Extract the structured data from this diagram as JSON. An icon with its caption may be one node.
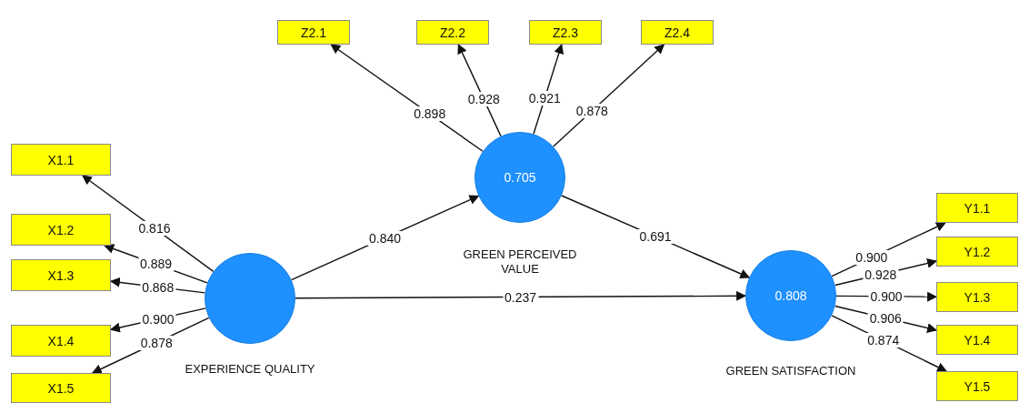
{
  "diagram": {
    "nodes": [
      {
        "text": [
          "Z2.1"
        ]
      },
      {
        "text": [
          "Z2.2"
        ]
      },
      {
        "text": [
          "Z2.3"
        ]
      },
      {
        "text": [
          "Z2.4"
        ]
      },
      {
        "text": [
          "X1.1"
        ]
      },
      {
        "text": [
          "0.705"
        ],
        "beside": [
          "GREEN PERCEIVED VALUE"
        ]
      },
      {
        "text": [
          "Y1.1"
        ]
      },
      {
        "text": [
          "X1.2"
        ]
      },
      {
        "text": [
          "Y1.2"
        ]
      },
      {
        "text": [
          "X1.3"
        ]
      },
      {
        "text": [],
        "shape": "circle",
        "beside": [
          "EXPERIENCE QUALITY"
        ]
      },
      {
        "text": [
          "0.808"
        ],
        "beside": [
          "GREEN SATISFACTION"
        ]
      },
      {
        "text": [
          "Y1.3"
        ]
      },
      {
        "text": [
          "X1.4"
        ]
      },
      {
        "text": [
          "Y1.4"
        ]
      },
      {
        "text": [
          "X1.5"
        ]
      },
      {
        "text": [
          "Y1.5"
        ]
      }
    ],
    "edges": [
      {
        "from": 5,
        "to": 0,
        "arrow": "to",
        "label": "0.898"
      },
      {
        "from": 5,
        "to": 1,
        "arrow": "to",
        "label": "0.928"
      },
      {
        "from": 5,
        "to": 2,
        "arrow": "to",
        "label": "0.921"
      },
      {
        "from": 5,
        "to": 3,
        "arrow": "to",
        "label": "0.878"
      },
      {
        "from": 10,
        "to": 4,
        "arrow": "to",
        "label": "0.816"
      },
      {
        "from": 10,
        "to": 7,
        "arrow": "to",
        "label": "0.889"
      },
      {
        "from": 10,
        "to": 9,
        "arrow": "to",
        "label": "0.868"
      },
      {
        "from": 10,
        "to": 13,
        "arrow": "to",
        "label": "0.900"
      },
      {
        "from": 10,
        "to": 15,
        "arrow": "to",
        "label": "0.878"
      },
      {
        "from": 10,
        "to": 5,
        "arrow": "to",
        "label": "0.840"
      },
      {
        "from": 5,
        "to": 11,
        "arrow": "to",
        "label": "0.691"
      },
      {
        "from": 10,
        "to": 11,
        "arrow": "to",
        "label": "0.237"
      },
      {
        "from": 11,
        "to": 6,
        "arrow": "to",
        "label": "0.900"
      },
      {
        "from": 11,
        "to": 8,
        "arrow": "to",
        "label": "0.928"
      },
      {
        "from": 11,
        "to": 12,
        "arrow": "to",
        "label": "0.900"
      },
      {
        "from": 11,
        "to": 14,
        "arrow": "to",
        "label": "0.906"
      },
      {
        "from": 11,
        "to": 16,
        "arrow": "to",
        "label": "0.874"
      }
    ]
  }
}
